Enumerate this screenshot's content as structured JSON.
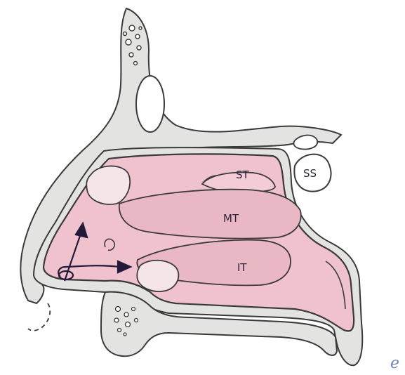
{
  "labels": {
    "superior_turbinate": "ST",
    "middle_turbinate": "MT",
    "inferior_turbinate": "IT",
    "sphenoid_sinus": "SS"
  },
  "corner_mark": "e",
  "colors": {
    "mucosa": "#efc2cd",
    "mucosa_dark": "#e3a6b6",
    "bone": "#e3e3e1",
    "outline": "#3a3a3a",
    "arrow": "#231a3a",
    "corner_mark": "#6f86b8"
  }
}
